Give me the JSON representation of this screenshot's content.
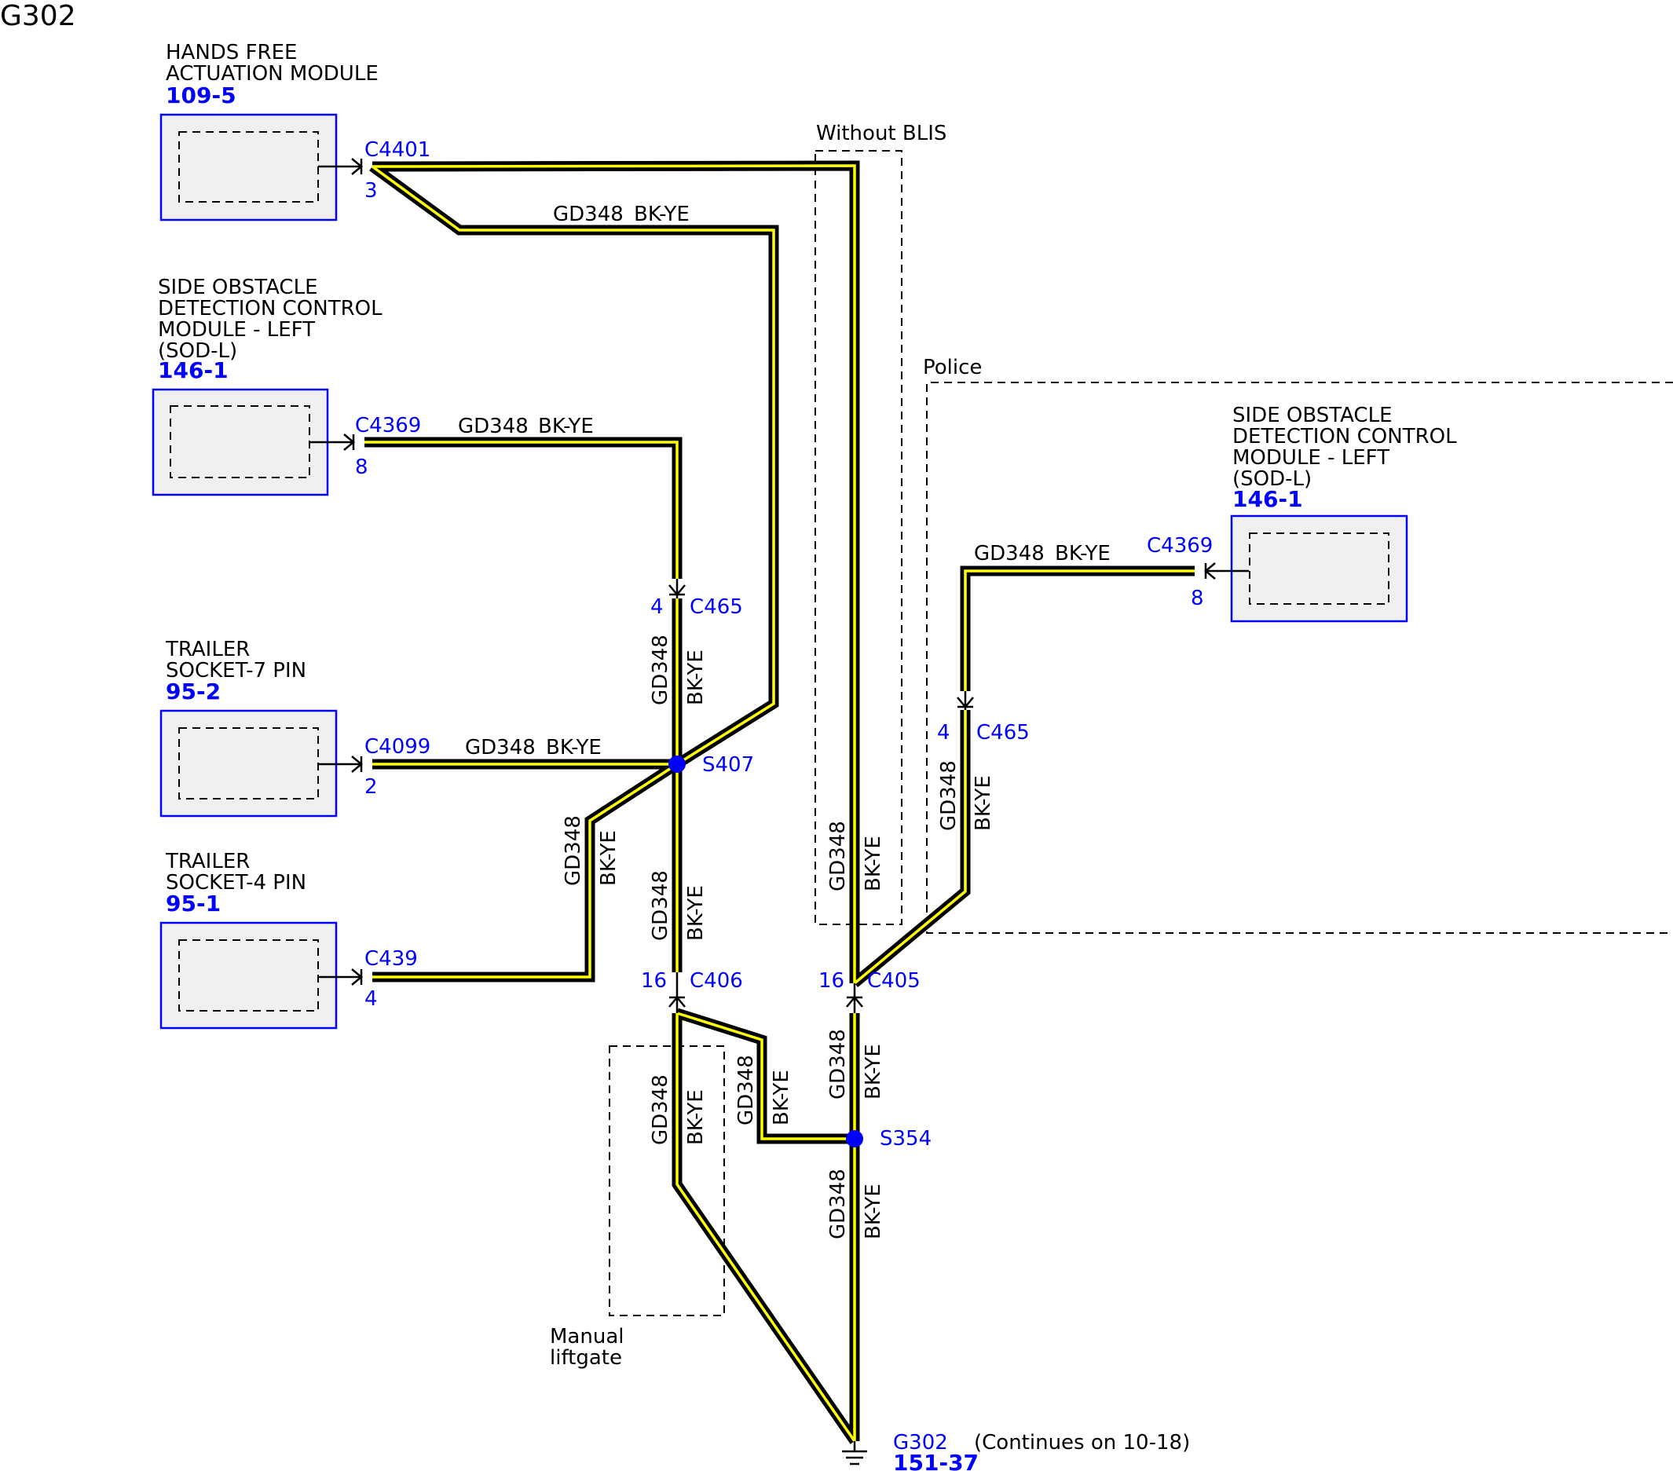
{
  "page_title": "G302",
  "colors": {
    "wire_outline": "#000000",
    "wire_fill": "#ffff00",
    "connector_text": "#0000ff",
    "module_border": "#0000ff",
    "module_fill": "#f0f0f0",
    "splice": "#0000ff"
  },
  "modules": {
    "hfam": {
      "name_lines": [
        "HANDS FREE",
        "ACTUATION MODULE"
      ],
      "ref": "109-5"
    },
    "sodl_left": {
      "name_lines": [
        "SIDE OBSTACLE",
        "DETECTION CONTROL",
        "MODULE - LEFT",
        "(SOD-L)"
      ],
      "ref": "146-1"
    },
    "trailer7": {
      "name_lines": [
        "TRAILER",
        "SOCKET-7 PIN"
      ],
      "ref": "95-2"
    },
    "trailer4": {
      "name_lines": [
        "TRAILER",
        "SOCKET-4 PIN"
      ],
      "ref": "95-1"
    },
    "sodl_police": {
      "name_lines": [
        "SIDE OBSTACLE",
        "DETECTION CONTROL",
        "MODULE - LEFT",
        "(SOD-L)"
      ],
      "ref": "146-1"
    }
  },
  "connectors": {
    "c4401": {
      "name": "C4401",
      "pin": "3"
    },
    "c4369_left": {
      "name": "C4369",
      "pin": "8"
    },
    "c4099": {
      "name": "C4099",
      "pin": "2"
    },
    "c439": {
      "name": "C439",
      "pin": "4"
    },
    "c465_main": {
      "name": "C465",
      "pin": "4"
    },
    "c465_police": {
      "name": "C465",
      "pin": "4"
    },
    "c4369_police": {
      "name": "C4369",
      "pin": "8"
    },
    "c406": {
      "name": "C406",
      "pin": "16"
    },
    "c405": {
      "name": "C405",
      "pin": "16"
    }
  },
  "splices": {
    "s407": "S407",
    "s354": "S354"
  },
  "wire": {
    "circuit": "GD348",
    "color": "BK-YE"
  },
  "regions": {
    "without_blis": "Without BLIS",
    "police": "Police",
    "manual_liftgate": [
      "Manual",
      "liftgate"
    ]
  },
  "ground": {
    "name": "G302",
    "ref": "151-37",
    "note": "(Continues on 10-18)"
  },
  "icons": [
    "connector-arrow-icon",
    "splice-dot-icon",
    "ground-symbol-icon"
  ]
}
